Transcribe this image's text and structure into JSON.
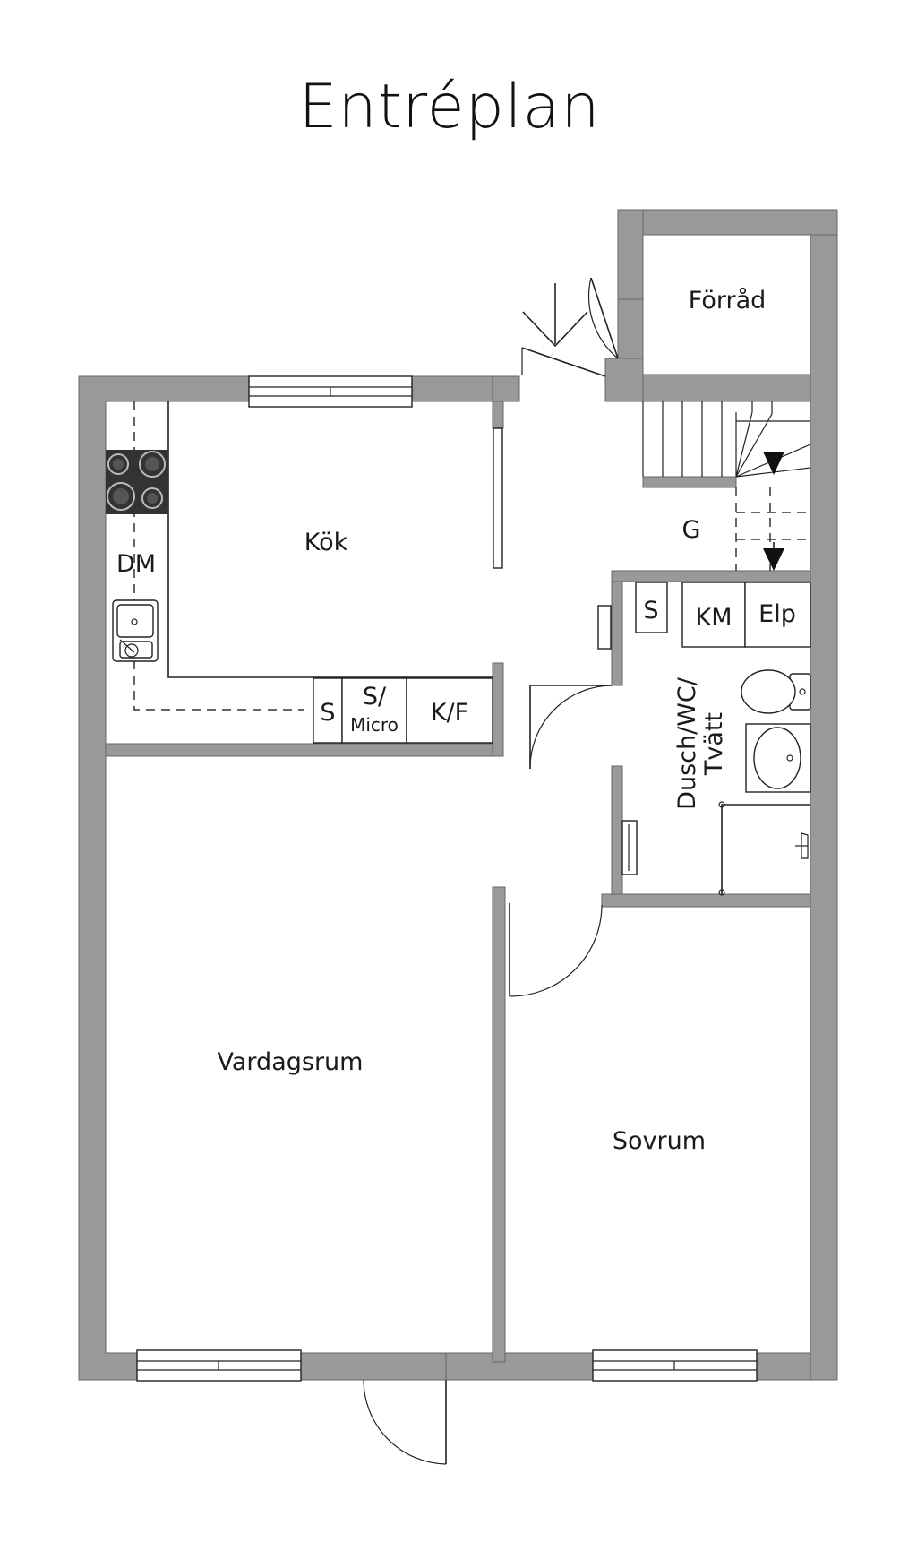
{
  "title": "Entréplan",
  "rooms": {
    "forrad": "Förråd",
    "kok": "Kök",
    "g": "G",
    "dm": "DM",
    "s_bath": "S",
    "km": "KM",
    "elp": "Elp",
    "dusch_line1": "Dusch/WC/",
    "dusch_line2": "Tvätt",
    "s_kitchen": "S",
    "s_micro_line1": "S/",
    "s_micro_line2": "Micro",
    "kf": "K/F",
    "vardagsrum": "Vardagsrum",
    "sovrum": "Sovrum"
  },
  "colors": {
    "wall": "#999999",
    "line": "#222222",
    "stove": "#333333"
  },
  "icons": [
    "entrance-arrow-icon",
    "stove-icon",
    "sink-icon",
    "toilet-icon",
    "washbasin-icon",
    "shower-icon",
    "stair-arrow-icon"
  ]
}
